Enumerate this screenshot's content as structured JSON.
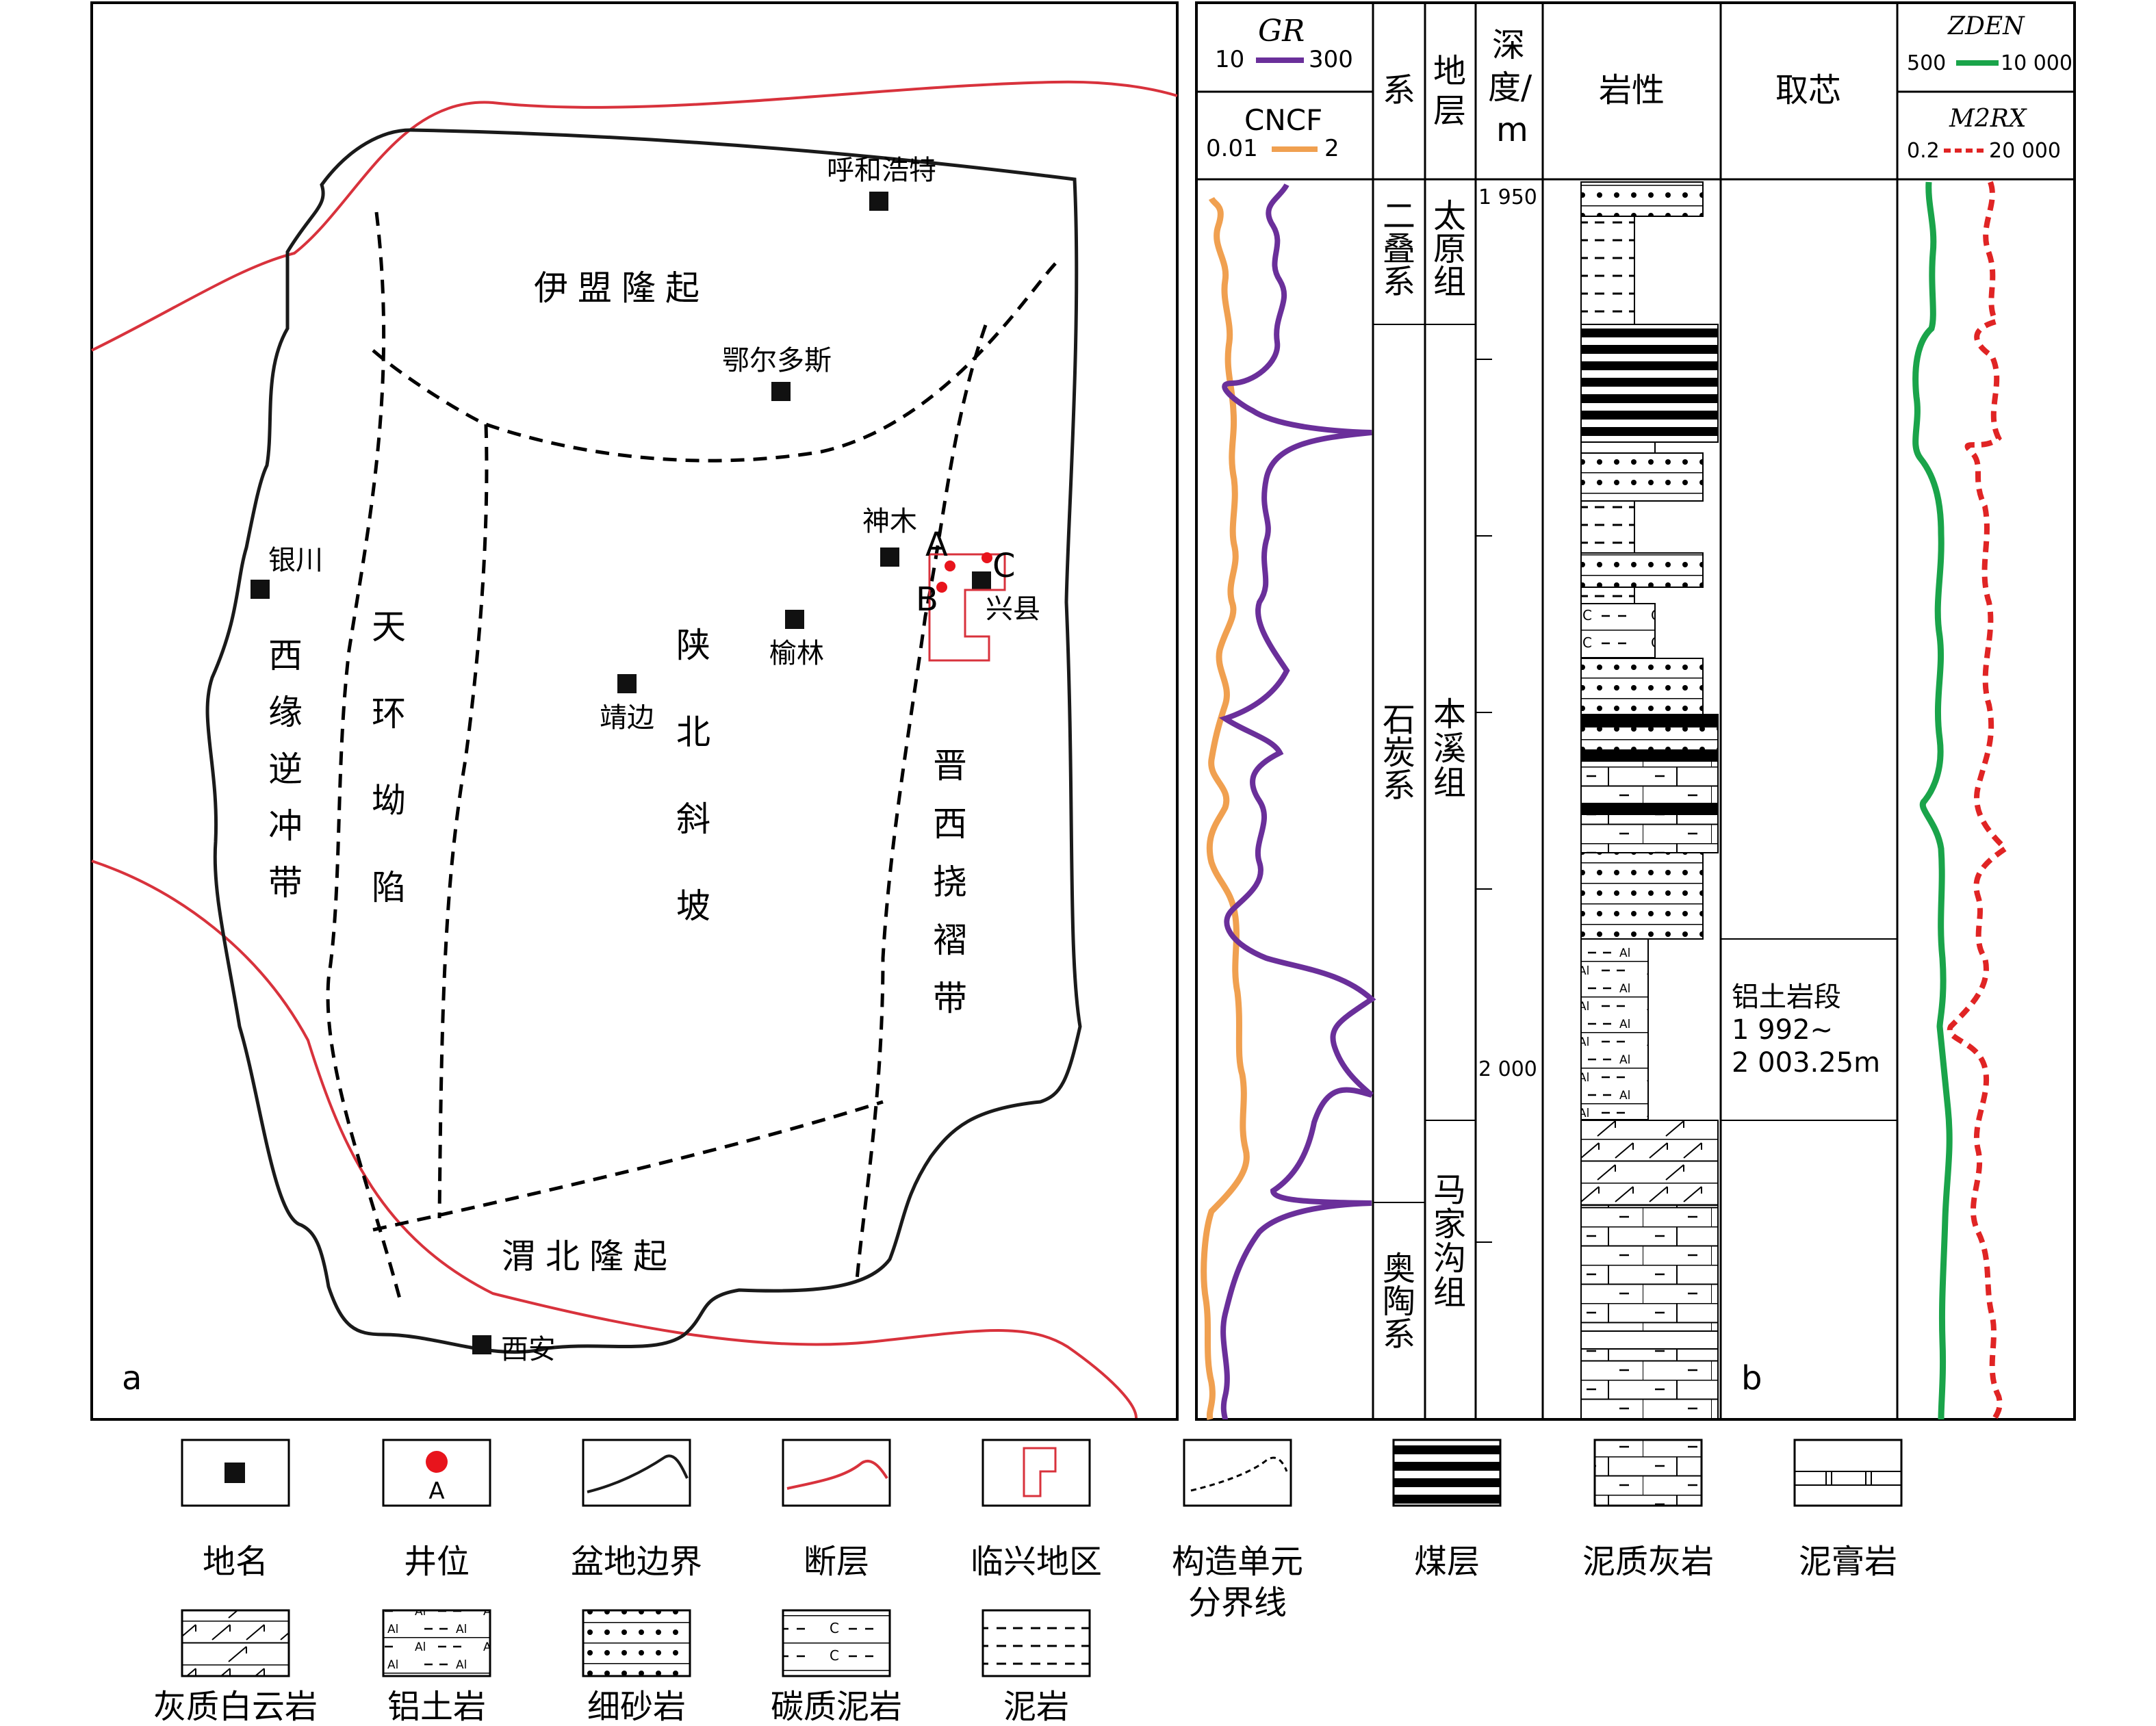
{
  "map": {
    "panel_label": "a",
    "cities": [
      "呼和浩特",
      "鄂尔多斯",
      "神木",
      "银川",
      "榆林",
      "靖边",
      "兴县",
      "西安"
    ],
    "structural_units": {
      "yimeng": "伊盟隆起",
      "weibei": "渭北隆起",
      "xiyuan": [
        "西",
        "缘",
        "逆",
        "冲",
        "带"
      ],
      "tianhuan": [
        "天",
        "环",
        "坳",
        "陷"
      ],
      "shanbei": [
        "陕",
        "北",
        "斜",
        "坡"
      ],
      "jinxi": [
        "晋",
        "西",
        "挠",
        "褶",
        "带"
      ]
    },
    "wells": [
      "A",
      "B",
      "C"
    ]
  },
  "log": {
    "panel_label": "b",
    "headers": {
      "gr_name": "GR",
      "gr_min": "10",
      "gr_max": "300",
      "cncf_name": "CNCF",
      "cncf_min": "0.01",
      "cncf_max": "2",
      "system": "系",
      "formation": [
        "地",
        "层"
      ],
      "depth": [
        "深",
        "度/",
        "m"
      ],
      "lithology": "岩性",
      "coring": "取芯",
      "zden_name": "ZDEN",
      "zden_min": "500",
      "zden_max": "10 000",
      "m2rx_name": "M2RX",
      "m2rx_min": "0.2",
      "m2rx_max": "20 000"
    },
    "systems": [
      [
        "二",
        "叠",
        "系"
      ],
      [
        "石",
        "炭",
        "系"
      ],
      [
        "奥",
        "陶",
        "系"
      ]
    ],
    "formations": [
      [
        "太",
        "原",
        "组"
      ],
      [
        "本",
        "溪",
        "组"
      ],
      [
        "马",
        "家",
        "沟",
        "组"
      ]
    ],
    "depth_labels": [
      "1 950",
      "2 000"
    ],
    "core": [
      "铝土岩段",
      "1 992~",
      "2 003.25m"
    ],
    "colors": {
      "gr": "#6a2f9a",
      "cncf": "#f0a050",
      "zden": "#1aa44a",
      "m2rx": "#e02424",
      "fault": "#d8323c"
    }
  },
  "legend": {
    "items_row1": [
      "地名",
      "井位",
      "盆地边界",
      "断层",
      "临兴地区",
      "构造单元",
      "煤层",
      "泥质灰岩",
      "泥膏岩"
    ],
    "item_row1_extra": "分界线",
    "well_symbol_label": "A",
    "items_row2": [
      "灰质白云岩",
      "铝土岩",
      "细砂岩",
      "碳质泥岩",
      "泥岩"
    ]
  }
}
